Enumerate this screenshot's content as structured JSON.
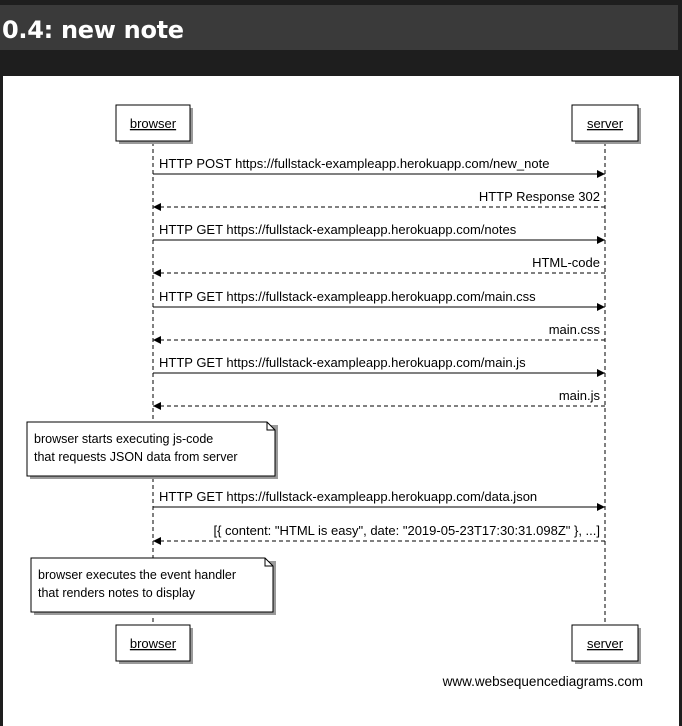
{
  "page": {
    "title": "0.4: new note"
  },
  "diagram": {
    "participants": [
      "browser",
      "server"
    ],
    "messages": [
      {
        "label": "HTTP POST https://fullstack-exampleapp.herokuapp.com/new_note",
        "from": "browser",
        "to": "server",
        "style": "solid"
      },
      {
        "label": "HTTP Response 302",
        "from": "server",
        "to": "browser",
        "style": "dashed"
      },
      {
        "label": "HTTP GET https://fullstack-exampleapp.herokuapp.com/notes",
        "from": "browser",
        "to": "server",
        "style": "solid"
      },
      {
        "label": "HTML-code",
        "from": "server",
        "to": "browser",
        "style": "dashed"
      },
      {
        "label": "HTTP GET https://fullstack-exampleapp.herokuapp.com/main.css",
        "from": "browser",
        "to": "server",
        "style": "solid"
      },
      {
        "label": "main.css",
        "from": "server",
        "to": "browser",
        "style": "dashed"
      },
      {
        "label": "HTTP GET https://fullstack-exampleapp.herokuapp.com/main.js",
        "from": "browser",
        "to": "server",
        "style": "solid"
      },
      {
        "label": "main.js",
        "from": "server",
        "to": "browser",
        "style": "dashed"
      },
      {
        "label": "HTTP GET https://fullstack-exampleapp.herokuapp.com/data.json",
        "from": "browser",
        "to": "server",
        "style": "solid"
      },
      {
        "label": "[{ content: \"HTML is easy\", date: \"2019-05-23T17:30:31.098Z\" }, ...]",
        "from": "server",
        "to": "browser",
        "style": "dashed"
      }
    ],
    "notes": [
      {
        "lines": [
          "browser starts executing js-code",
          "that requests JSON data from server"
        ]
      },
      {
        "lines": [
          "browser executes the event handler",
          "that renders notes to display"
        ]
      }
    ],
    "credit": "www.websequencediagrams.com"
  }
}
